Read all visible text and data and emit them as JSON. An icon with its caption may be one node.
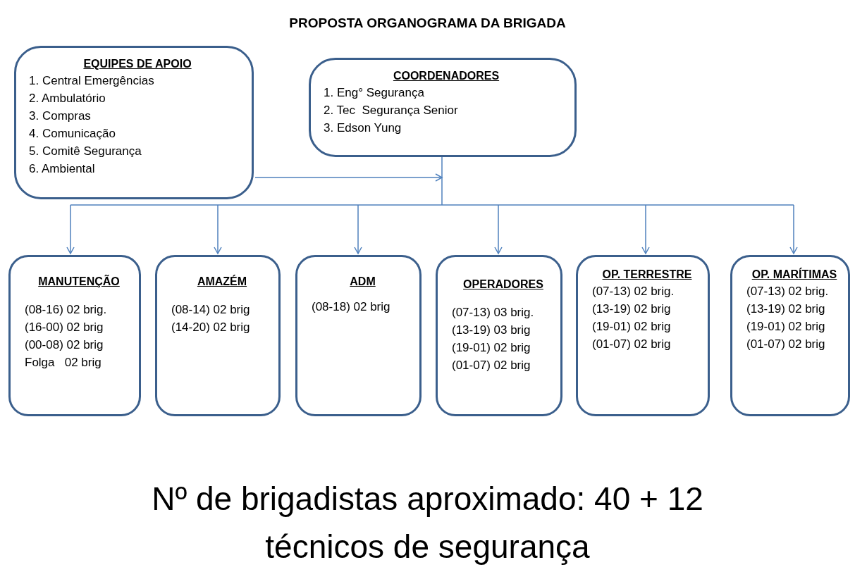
{
  "diagram": {
    "title": "PROPOSTA ORGANOGRAMA DA BRIGADA",
    "caption": "Nº de brigadistas aproximado: 40 + 12 técnicos de segurança",
    "nodes": [
      {
        "text": [
          "EQUIPES DE APOIO",
          "1. Central Emergências",
          "2. Ambulatório",
          "3. Compras",
          "4. Comunicação",
          "5. Comitê Segurança",
          "6. Ambiental"
        ]
      },
      {
        "text": [
          "COORDENADORES",
          "1. Eng° Segurança",
          "2. Tec  Segurança Senior",
          "3. Edson Yung"
        ]
      },
      {
        "text": [
          "MANUTENÇÃO",
          "(08-16) 02 brig.",
          "(16-00) 02 brig",
          "(00-08) 02 brig",
          "Folga   02 brig"
        ]
      },
      {
        "text": [
          "AMAZÉM",
          "(08-14) 02 brig",
          "(14-20) 02 brig"
        ]
      },
      {
        "text": [
          "ADM",
          "(08-18) 02 brig"
        ]
      },
      {
        "text": [
          "OPERADORES",
          "(07-13) 03 brig.",
          "(13-19) 03 brig",
          "(19-01) 02 brig",
          "(01-07) 02 brig"
        ]
      },
      {
        "text": [
          "OP. TERRESTRE",
          "(07-13) 02 brig.",
          "(13-19) 02 brig",
          "(19-01) 02 brig",
          "(01-07) 02 brig"
        ]
      },
      {
        "text": [
          "OP. MARÍTIMAS",
          "(07-13) 02 brig.",
          "(13-19) 02 brig",
          "(19-01) 02 brig",
          "(01-07) 02 brig"
        ]
      }
    ],
    "edges": [
      {
        "from": 1,
        "to": 2,
        "arrow": "to"
      },
      {
        "from": 1,
        "to": 3,
        "arrow": "to"
      },
      {
        "from": 1,
        "to": 4,
        "arrow": "to"
      },
      {
        "from": 1,
        "to": 5,
        "arrow": "to"
      },
      {
        "from": 1,
        "to": 6,
        "arrow": "to"
      },
      {
        "from": 1,
        "to": 7,
        "arrow": "to"
      },
      {
        "from": 0,
        "to": 2,
        "arrow": "to"
      },
      {
        "from": 0,
        "to": 3,
        "arrow": "to"
      },
      {
        "from": 0,
        "to": 4,
        "arrow": "to"
      },
      {
        "from": 0,
        "to": 5,
        "arrow": "to"
      },
      {
        "from": 0,
        "to": 6,
        "arrow": "to"
      },
      {
        "from": 0,
        "to": 7,
        "arrow": "to"
      }
    ]
  }
}
